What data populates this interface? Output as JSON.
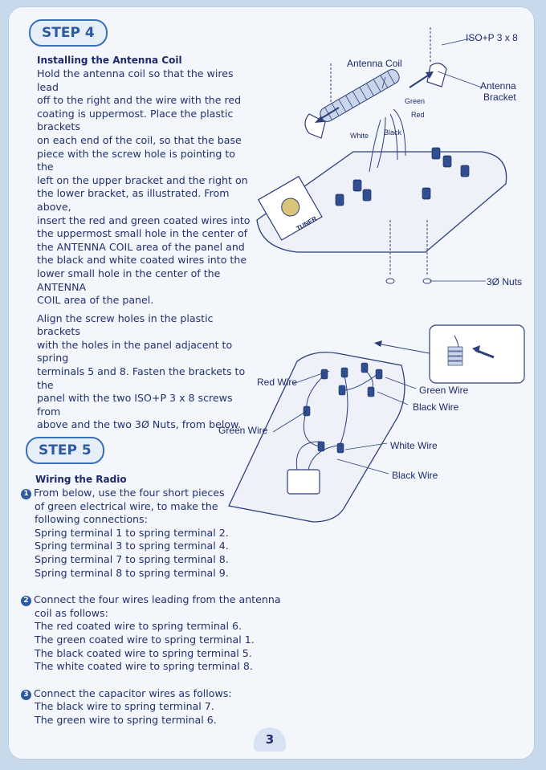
{
  "step4": {
    "badge": "STEP 4",
    "heading": "Installing the Antenna Coil",
    "para1": [
      "Hold the antenna coil so that the wires lead",
      "off to the right and the wire with the red",
      "coating is uppermost. Place the plastic brackets",
      "on each end of the coil, so that the base",
      "piece with the screw hole is pointing to the",
      "left on the upper bracket and the right on",
      "the lower bracket, as illustrated. From above,",
      "insert the red and green coated wires into",
      "the uppermost small hole in the center of",
      "the ANTENNA COIL area of the panel and",
      "the black and white coated wires into the",
      "lower small hole in the center of the ANTENNA",
      "COIL area of the panel."
    ],
    "para2": [
      "Align the screw holes in the plastic brackets",
      "with the holes in the panel adjacent to spring",
      "terminals 5 and 8. Fasten the brackets to the",
      "panel with the two ISO+P 3 x 8 screws from",
      "above and the two 3Ø Nuts, from below."
    ]
  },
  "diagram1": {
    "screw_label": "ISO+P 3 x 8",
    "coil_label": "Antenna Coil",
    "bracket_label": "Antenna\nBracket",
    "nuts_label": "3Ø Nuts",
    "wire_green": "Green",
    "wire_red": "Red",
    "wire_white": "White",
    "wire_black": "Black",
    "tuner_label": "TUNER"
  },
  "diagram2": {
    "red_wire": "Red Wire",
    "green_wire_top": "Green Wire",
    "black_wire_top": "Black Wire",
    "green_wire_left": "Green Wire",
    "white_wire": "White Wire",
    "black_wire_bottom": "Black Wire"
  },
  "step5": {
    "badge": "STEP 5",
    "heading": "Wiring the Radio",
    "item1_num": "1",
    "item1_intro": [
      "From below, use the four short pieces",
      "of green electrical wire, to make the",
      "following connections:"
    ],
    "item1_lines": [
      "Spring terminal 1 to spring terminal 2.",
      "Spring terminal 3 to spring terminal 4.",
      "Spring terminal 7 to spring terminal 8.",
      "Spring terminal 8 to spring terminal 9."
    ],
    "item2_num": "2",
    "item2_intro": [
      "Connect the four wires leading from the antenna",
      "coil as follows:"
    ],
    "item2_lines": [
      "The red coated wire to spring terminal 6.",
      "The green coated wire to spring terminal 1.",
      "The black coated wire to spring terminal 5.",
      "The white coated wire to spring terminal 8."
    ],
    "item3_num": "3",
    "item3_intro": [
      "Connect the capacitor wires as follows:"
    ],
    "item3_lines": [
      "The black wire to spring terminal 7.",
      "The green wire to spring terminal 6."
    ]
  },
  "page_number": "3"
}
